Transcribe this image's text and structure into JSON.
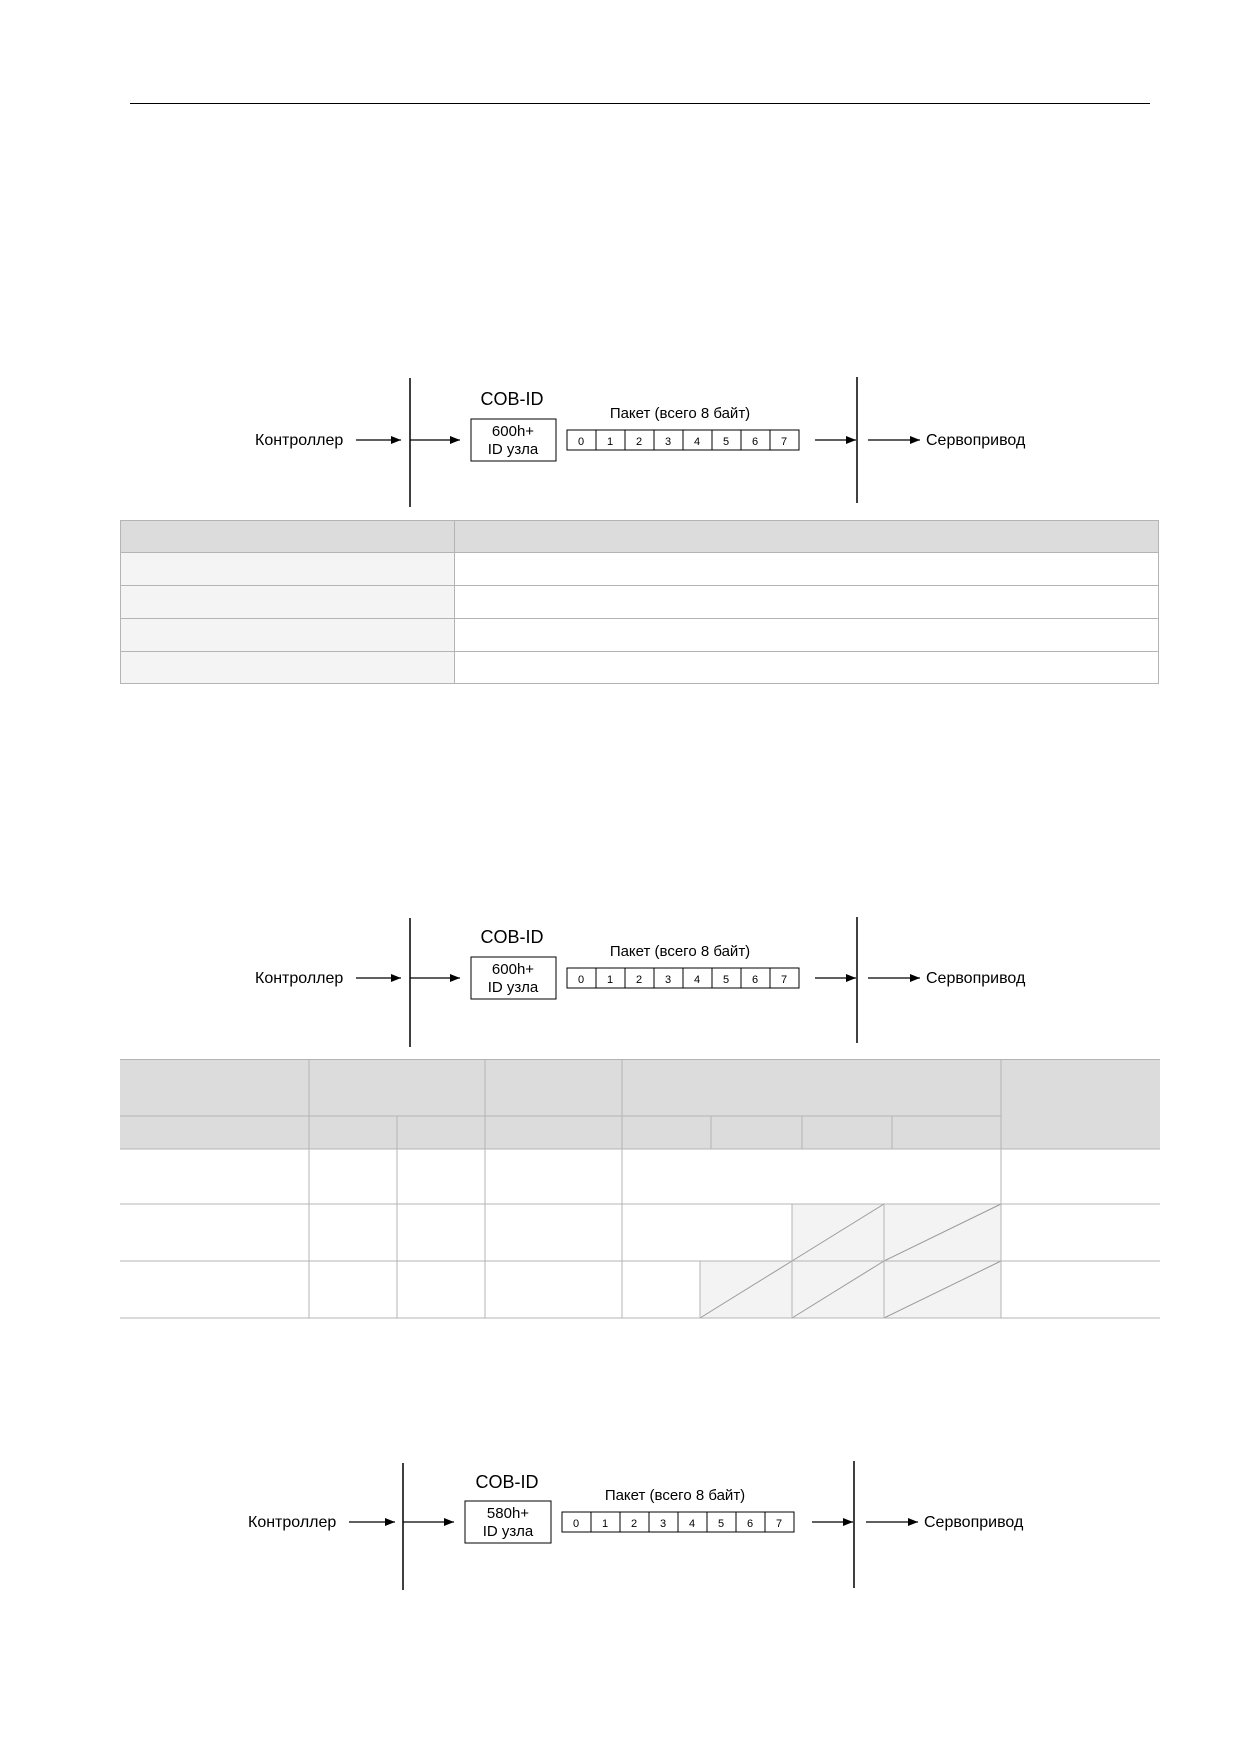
{
  "diagrams": [
    {
      "cob_id_label": "COB-ID",
      "cob_id_value_line1": "600h+",
      "cob_id_value_line2": "ID узла",
      "packet_label": "Пакет (всего 8 байт)",
      "bytes": [
        "0",
        "1",
        "2",
        "3",
        "4",
        "5",
        "6",
        "7"
      ],
      "sender": "Контроллер",
      "receiver": "Сервопривод"
    },
    {
      "cob_id_label": "COB-ID",
      "cob_id_value_line1": "600h+",
      "cob_id_value_line2": "ID узла",
      "packet_label": "Пакет (всего 8 байт)",
      "bytes": [
        "0",
        "1",
        "2",
        "3",
        "4",
        "5",
        "6",
        "7"
      ],
      "sender": "Контроллер",
      "receiver": "Сервопривод"
    },
    {
      "cob_id_label": "COB-ID",
      "cob_id_value_line1": "580h+",
      "cob_id_value_line2": "ID узла",
      "packet_label": "Пакет (всего 8 байт)",
      "bytes": [
        "0",
        "1",
        "2",
        "3",
        "4",
        "5",
        "6",
        "7"
      ],
      "sender": "Контроллер",
      "receiver": "Сервопривод"
    }
  ],
  "colors": {
    "header_fill": "#dcdcdc",
    "light_fill": "#f4f4f4",
    "grid_line": "#b4b4b4",
    "hatch_fill": "#f3f3f3"
  }
}
